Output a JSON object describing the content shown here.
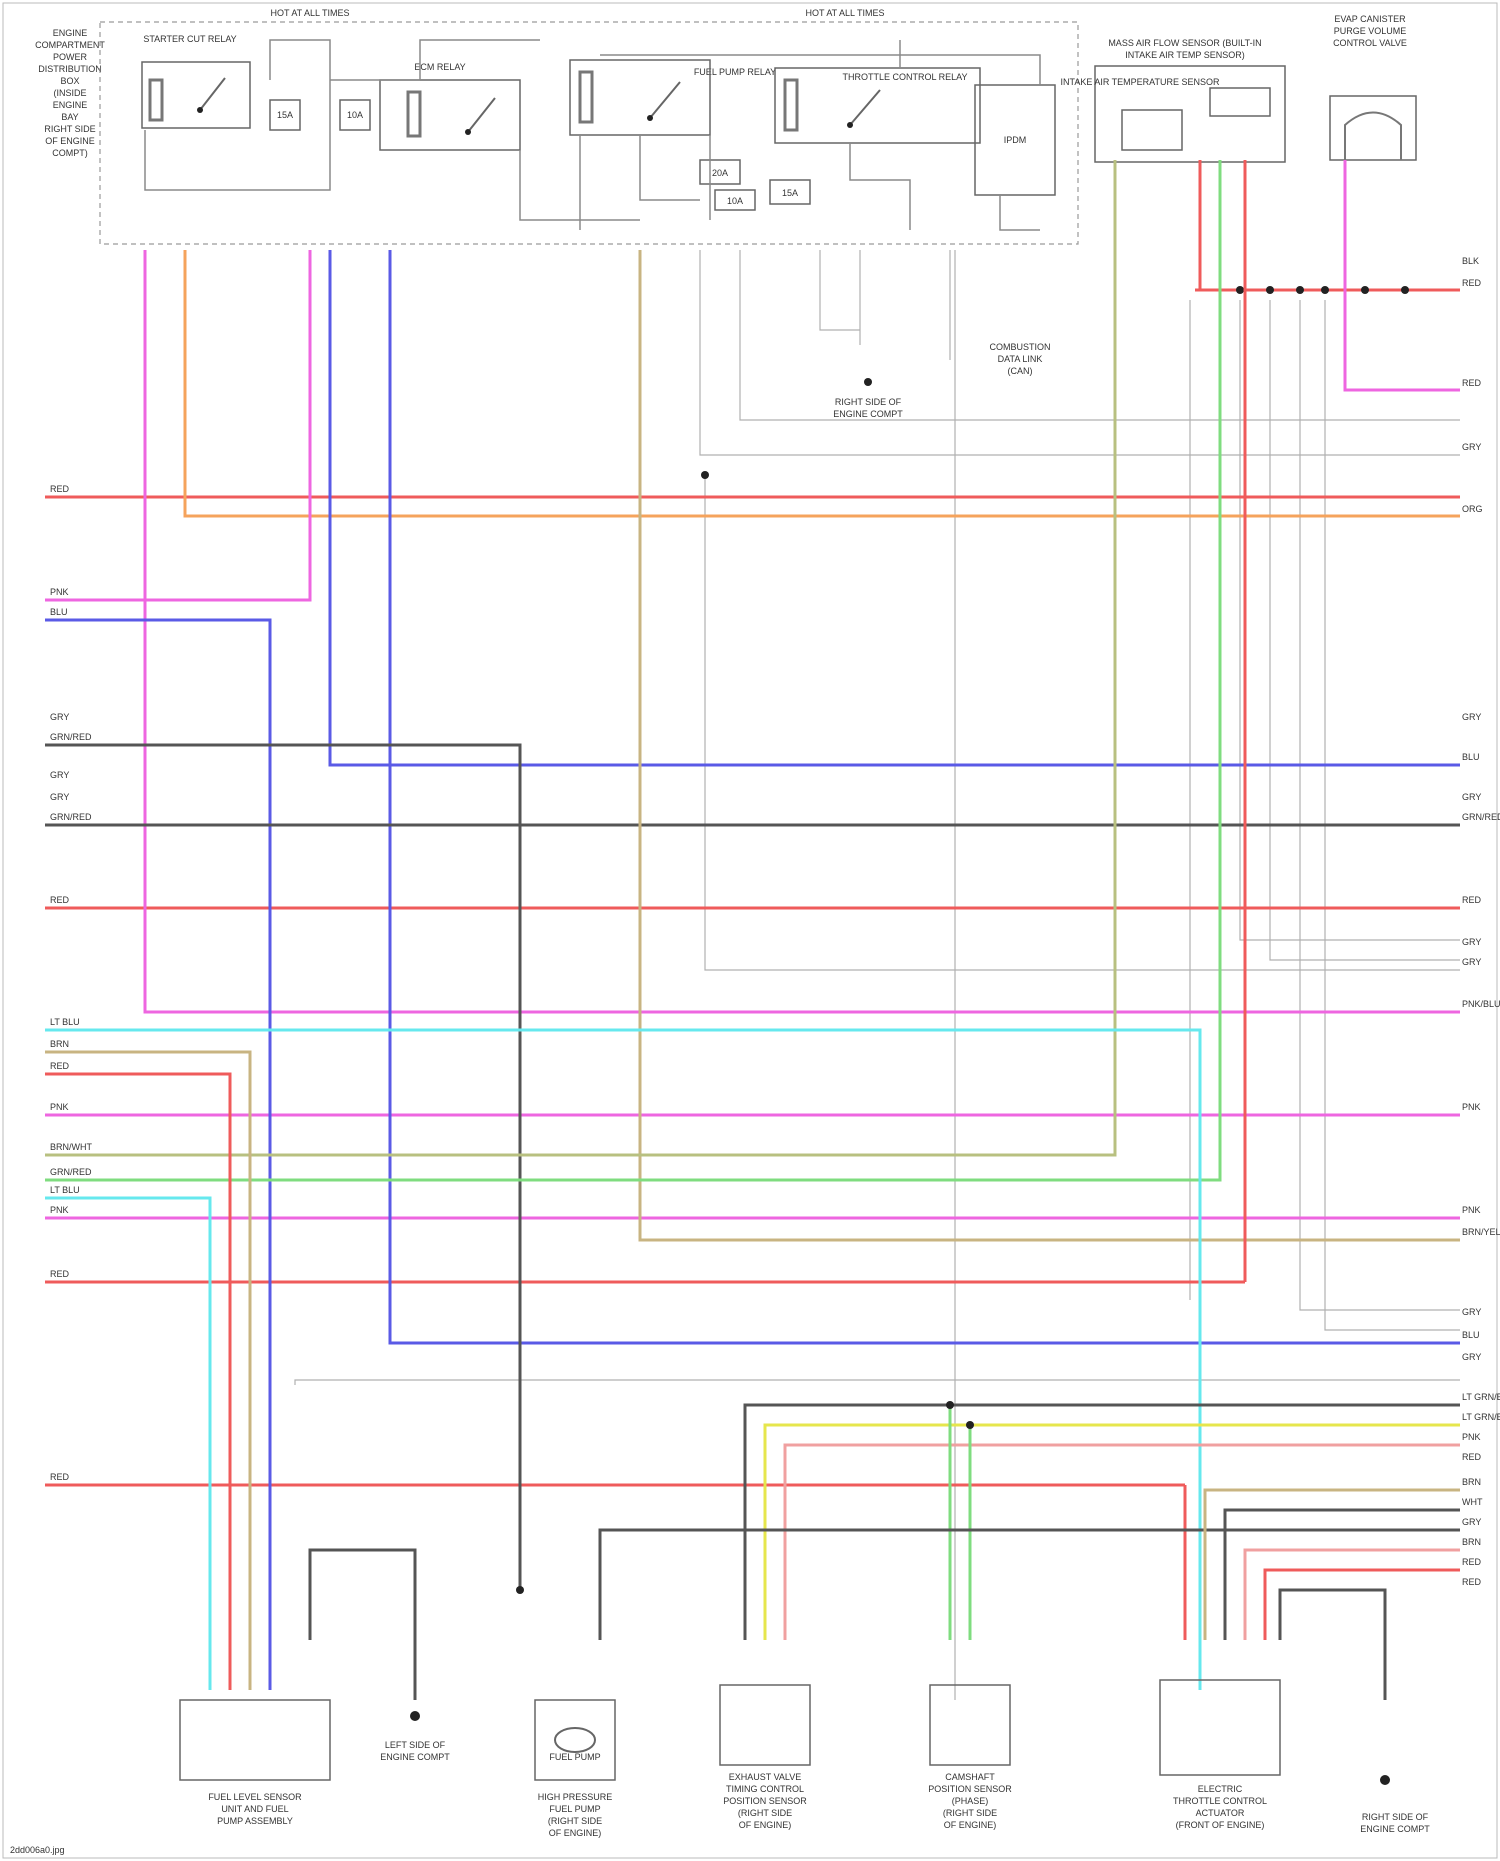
{
  "top_titles": [
    "HOT AT ALL TIMES",
    "HOT AT ALL TIMES"
  ],
  "left_block_label": [
    "ENGINE",
    "COMPARTMENT",
    "POWER",
    "DISTRIBUTION",
    "BOX",
    "(INSIDE",
    "ENGINE",
    "BAY",
    "RIGHT SIDE",
    "OF ENGINE",
    "COMPT)"
  ],
  "relays": {
    "starter_cut": "STARTER CUT RELAY",
    "ecm_relay": "ECM RELAY",
    "fuel_pump_relay": "FUEL PUMP RELAY",
    "throttle_relay": "THROTTLE CONTROL RELAY",
    "ipdm": "IPDM"
  },
  "fuses": [
    "15A",
    "10A",
    "20A",
    "15A",
    "10A"
  ],
  "map_sensor": [
    "MASS AIR FLOW SENSOR (BUILT-IN",
    "INTAKE AIR TEMP SENSOR)"
  ],
  "map_box": "INTAKE AIR TEMPERATURE SENSOR",
  "evap_label": [
    "EVAP CANISTER",
    "PURGE VOLUME",
    "CONTROL VALVE"
  ],
  "ground_labels": {
    "g1": [
      "RIGHT SIDE OF",
      "ENGINE COMPT"
    ],
    "g2": [
      "LEFT SIDE OF",
      "ENGINE COMPT"
    ],
    "g3": [
      "RIGHT SIDE OF",
      "ENGINE COMPT"
    ],
    "can": [
      "COMBUSTION",
      "DATA LINK",
      "(CAN)"
    ]
  },
  "bottom_components": [
    [
      "FUEL LEVEL SENSOR",
      "UNIT AND FUEL",
      "PUMP ASSEMBLY"
    ],
    [
      "HIGH PRESSURE",
      "FUEL PUMP",
      "(RIGHT SIDE",
      "OF ENGINE)"
    ],
    [
      "EXHAUST VALVE",
      "TIMING CONTROL",
      "POSITION SENSOR",
      "(RIGHT SIDE",
      "OF ENGINE)"
    ],
    [
      "CAMSHAFT",
      "POSITION SENSOR",
      "(PHASE)",
      "(RIGHT SIDE",
      "OF ENGINE)"
    ],
    [
      "ELECTRIC",
      "THROTTLE CONTROL",
      "ACTUATOR",
      "(FRONT OF ENGINE)"
    ]
  ],
  "bottom_ground": [
    "RIGHT SIDE OF",
    "ENGINE COMPT"
  ],
  "fuel_pump_label": "FUEL PUMP",
  "wire_colors_left": [
    "RED",
    "PNK",
    "BLU",
    "GRY",
    "GRN/RED",
    "GRY",
    "GRY",
    "GRN/RED",
    "RED",
    "LT BLU",
    "BRN",
    "RED",
    "PNK",
    "BRN/WHT",
    "GRN/RED",
    "LT BLU",
    "PNK",
    "RED",
    "RED"
  ],
  "wire_colors_right": [
    "RED",
    "BLK",
    "RED",
    "ORG",
    "GRY",
    "BLU",
    "GRY",
    "GRY",
    "GRN/RED",
    "RED",
    "GRY",
    "GRY",
    "PNK/BLU",
    "PNK",
    "PNK",
    "BRN/YEL",
    "GRY",
    "BLU",
    "GRY",
    "LT GRN/BLK",
    "LT GRN/BLK",
    "PNK",
    "RED",
    "BRN",
    "WHT",
    "GRY",
    "BRN",
    "RED",
    "RED"
  ],
  "colors": {
    "red": "#ef5b5b",
    "orange": "#f5a35c",
    "pink": "#ee66e0",
    "blue": "#5a5ae6",
    "gray": "#555555",
    "cyan": "#66e8ee",
    "olive": "#b8c080",
    "green": "#7fdc7f",
    "yellow": "#e6e64c",
    "tan": "#c8b482",
    "lightpink": "#f0a0a0"
  },
  "footer": "2dd006a0.jpg"
}
